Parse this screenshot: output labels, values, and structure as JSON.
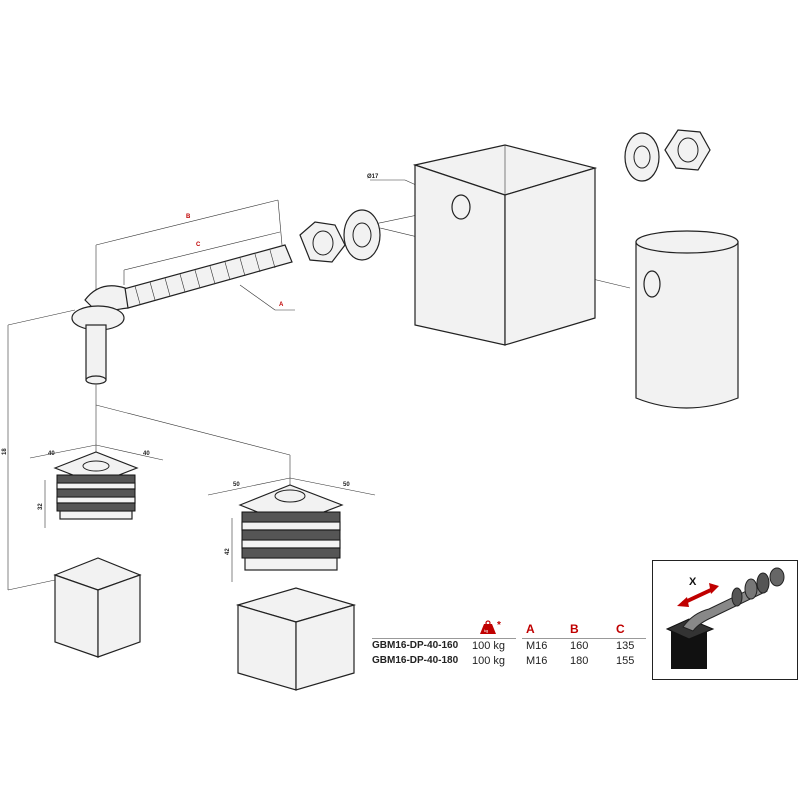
{
  "dimensions": {
    "A": "A",
    "B": "B",
    "C": "C",
    "hole_diameter": "Ø17",
    "height_total": "18",
    "small_cap_width_1": "40",
    "small_cap_width_2": "40",
    "small_cap_height": "32",
    "large_cap_width_1": "50",
    "large_cap_width_2": "50",
    "large_cap_height": "42",
    "adjust_axis": "X"
  },
  "spec_table": {
    "headers": {
      "load_icon_label": "kg",
      "load_star": "*",
      "A": "A",
      "B": "B",
      "C": "C"
    },
    "rows": [
      {
        "model": "GBM16-DP-40-160",
        "load": "100 kg",
        "A": "M16",
        "B": "160",
        "C": "135"
      },
      {
        "model": "GBM16-DP-40-180",
        "load": "100 kg",
        "A": "M16",
        "B": "180",
        "C": "155"
      }
    ]
  },
  "colors": {
    "accent": "#c00000",
    "line": "#222222"
  }
}
